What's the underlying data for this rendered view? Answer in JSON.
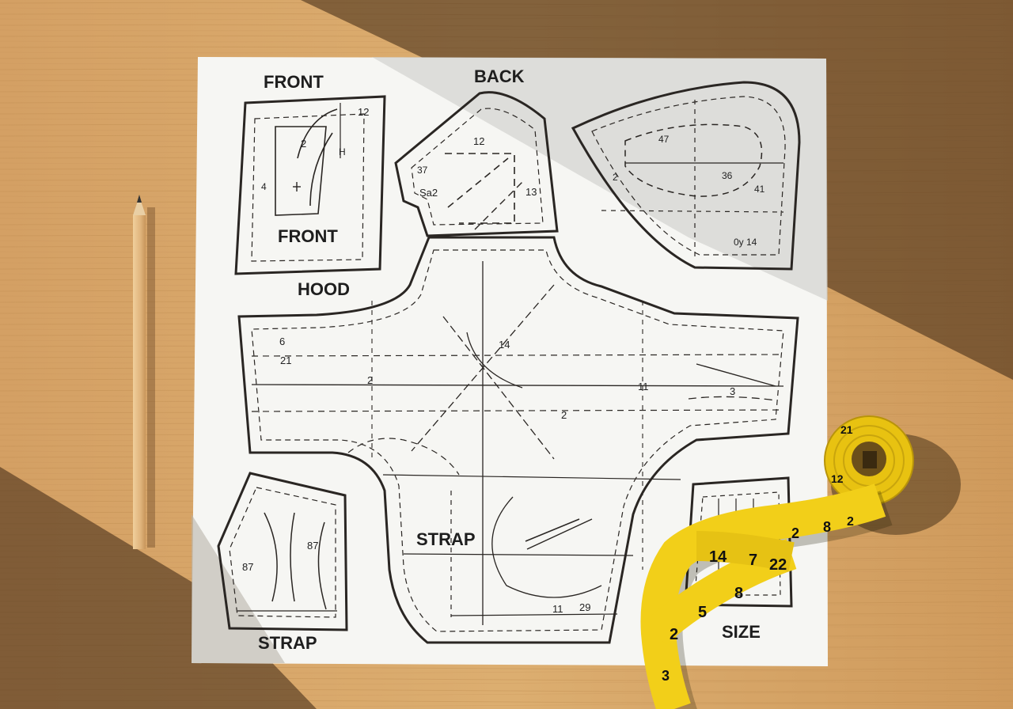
{
  "labels": {
    "front_top": "FRONT",
    "front_inner": "FRONT",
    "back": "BACK",
    "hood": "HOOD",
    "strap_body": "STRAP",
    "strap_bottom": "STRAP",
    "size": "SIZE"
  },
  "annotations": {
    "front": [
      "12",
      "2",
      "4",
      "H"
    ],
    "back": [
      "12",
      "37",
      "Sa2",
      "13"
    ],
    "oval": [
      "47",
      "36",
      "41",
      "2",
      "0y 14"
    ],
    "body": [
      "14",
      "6",
      "21",
      "2",
      "11",
      "3",
      "2",
      "11",
      "29"
    ],
    "strap": [
      "87",
      "87"
    ]
  },
  "tape_numbers": [
    "14",
    "7",
    "22",
    "8",
    "5",
    "2",
    "2",
    "8",
    "2",
    "12",
    "21",
    "3"
  ],
  "colors": {
    "wood": "#d9a668",
    "paper": "#f5f5f2",
    "ink": "#2a2623",
    "tape": "#f2cf19",
    "pencil": "#e6c08e"
  }
}
